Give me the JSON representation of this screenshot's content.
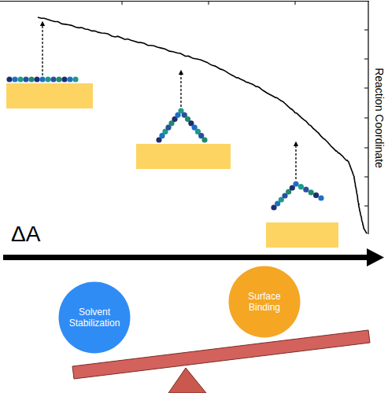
{
  "diagram": {
    "nodes": [
      {
        "text": [
          "Solvent Stabilization"
        ]
      },
      {
        "text": [
          "Surface Binding"
        ]
      }
    ],
    "labels": [
      "ΔA",
      "Reaction Coordinate"
    ]
  }
}
